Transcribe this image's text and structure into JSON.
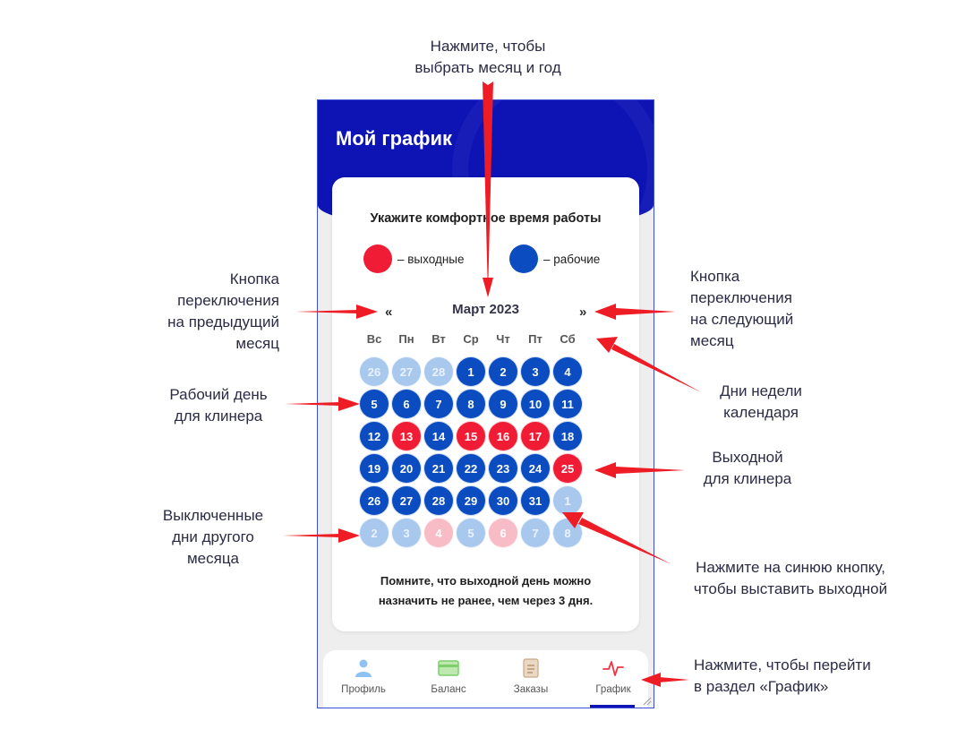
{
  "annotations": {
    "top": "Нажмите, чтобы\nвыбрать месяц и год",
    "prev_month": "Кнопка\nпереключения\nна предыдущий\nмесяц",
    "next_month": "Кнопка\nпереключения\nна следующий\nмесяц",
    "weekdays": "Дни недели\nкалендаря",
    "work_day": "Рабочий день\nдля клинера",
    "day_off": "Выходной\nдля клинера",
    "disabled_days": "Выключенные\nдни другого\nмесяца",
    "blue_button": "Нажмите на синюю кнопку,\nчтобы выставить выходной",
    "schedule_tab": "Нажмите, чтобы перейти\nв раздел «График»"
  },
  "screen": {
    "title": "Мой график"
  },
  "card": {
    "heading": "Укажите комфортное время работы",
    "legend_off": "– выходные",
    "legend_work": "– рабочие",
    "prev_button": "«",
    "next_button": "»",
    "month": "Март 2023",
    "weekdays": [
      "Вс",
      "Пн",
      "Вт",
      "Ср",
      "Чт",
      "Пт",
      "Сб"
    ],
    "note": "Помните, что выходной день можно назначить не ранее, чем через 3 дня."
  },
  "calendar": {
    "weeks": [
      [
        {
          "d": "26",
          "s": "other"
        },
        {
          "d": "27",
          "s": "other"
        },
        {
          "d": "28",
          "s": "other"
        },
        {
          "d": "1",
          "s": "work"
        },
        {
          "d": "2",
          "s": "work"
        },
        {
          "d": "3",
          "s": "work"
        },
        {
          "d": "4",
          "s": "work"
        }
      ],
      [
        {
          "d": "5",
          "s": "work"
        },
        {
          "d": "6",
          "s": "work"
        },
        {
          "d": "7",
          "s": "work"
        },
        {
          "d": "8",
          "s": "work"
        },
        {
          "d": "9",
          "s": "work"
        },
        {
          "d": "10",
          "s": "work"
        },
        {
          "d": "11",
          "s": "work"
        }
      ],
      [
        {
          "d": "12",
          "s": "work"
        },
        {
          "d": "13",
          "s": "off"
        },
        {
          "d": "14",
          "s": "work"
        },
        {
          "d": "15",
          "s": "off"
        },
        {
          "d": "16",
          "s": "off"
        },
        {
          "d": "17",
          "s": "off"
        },
        {
          "d": "18",
          "s": "work"
        }
      ],
      [
        {
          "d": "19",
          "s": "work"
        },
        {
          "d": "20",
          "s": "work"
        },
        {
          "d": "21",
          "s": "work"
        },
        {
          "d": "22",
          "s": "work"
        },
        {
          "d": "23",
          "s": "work"
        },
        {
          "d": "24",
          "s": "work"
        },
        {
          "d": "25",
          "s": "off"
        }
      ],
      [
        {
          "d": "26",
          "s": "work"
        },
        {
          "d": "27",
          "s": "work"
        },
        {
          "d": "28",
          "s": "work"
        },
        {
          "d": "29",
          "s": "work"
        },
        {
          "d": "30",
          "s": "work"
        },
        {
          "d": "31",
          "s": "work"
        },
        {
          "d": "1",
          "s": "other"
        }
      ],
      [
        {
          "d": "2",
          "s": "other"
        },
        {
          "d": "3",
          "s": "other"
        },
        {
          "d": "4",
          "s": "other-off"
        },
        {
          "d": "5",
          "s": "other"
        },
        {
          "d": "6",
          "s": "other-off"
        },
        {
          "d": "7",
          "s": "other"
        },
        {
          "d": "8",
          "s": "other"
        }
      ]
    ]
  },
  "tabs": [
    {
      "label": "Профиль",
      "icon": "profile-icon"
    },
    {
      "label": "Баланс",
      "icon": "balance-icon"
    },
    {
      "label": "Заказы",
      "icon": "orders-icon"
    },
    {
      "label": "График",
      "icon": "schedule-icon"
    }
  ],
  "colors": {
    "header": "#0e14b4",
    "work_day": "#0b4cc0",
    "day_off": "#f01c35",
    "other_month": "#a9c8ee",
    "other_month_off": "#f8bcc6",
    "arrow": "#ee1c25"
  }
}
